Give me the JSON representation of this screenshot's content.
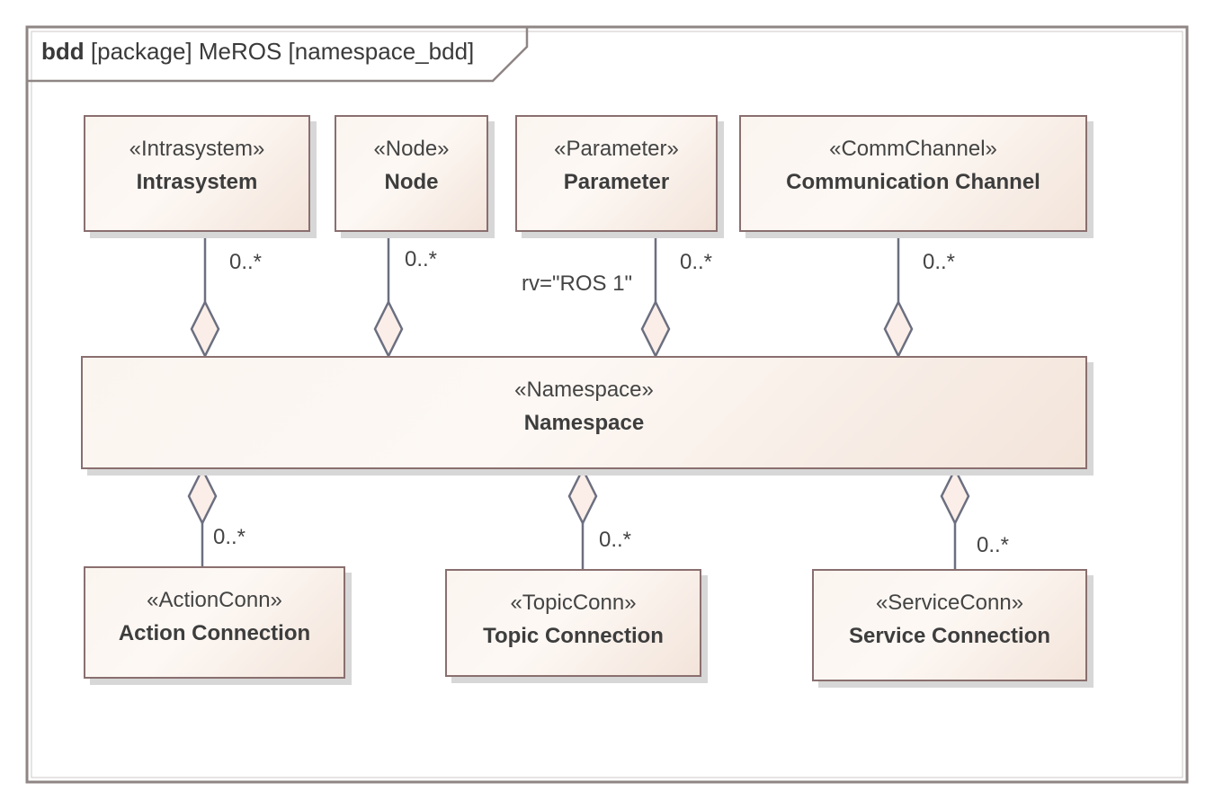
{
  "frame": {
    "kind": "bdd",
    "title": "[package] MeROS [namespace_bdd]"
  },
  "blocks": {
    "intrasystem": {
      "stereotype": "«Intrasystem»",
      "name": "Intrasystem"
    },
    "node": {
      "stereotype": "«Node»",
      "name": "Node"
    },
    "parameter": {
      "stereotype": "«Parameter»",
      "name": "Parameter"
    },
    "comm_channel": {
      "stereotype": "«CommChannel»",
      "name": "Communication Channel"
    },
    "namespace": {
      "stereotype": "«Namespace»",
      "name": "Namespace"
    },
    "action_conn": {
      "stereotype": "«ActionConn»",
      "name": "Action Connection"
    },
    "topic_conn": {
      "stereotype": "«TopicConn»",
      "name": "Topic Connection"
    },
    "service_conn": {
      "stereotype": "«ServiceConn»",
      "name": "Service Connection"
    }
  },
  "associations": {
    "intrasystem": {
      "multiplicity": "0..*"
    },
    "node": {
      "multiplicity": "0..*"
    },
    "parameter": {
      "multiplicity": "0..*",
      "note": "rv=\"ROS 1\""
    },
    "comm_channel": {
      "multiplicity": "0..*"
    },
    "action_conn": {
      "multiplicity": "0..*"
    },
    "topic_conn": {
      "multiplicity": "0..*"
    },
    "service_conn": {
      "multiplicity": "0..*"
    }
  },
  "colors": {
    "block_border": "#8a6f6f",
    "connector": "#6b6f80",
    "diamond_fill": "#fbeee8",
    "frame_border": "#8f8585"
  }
}
